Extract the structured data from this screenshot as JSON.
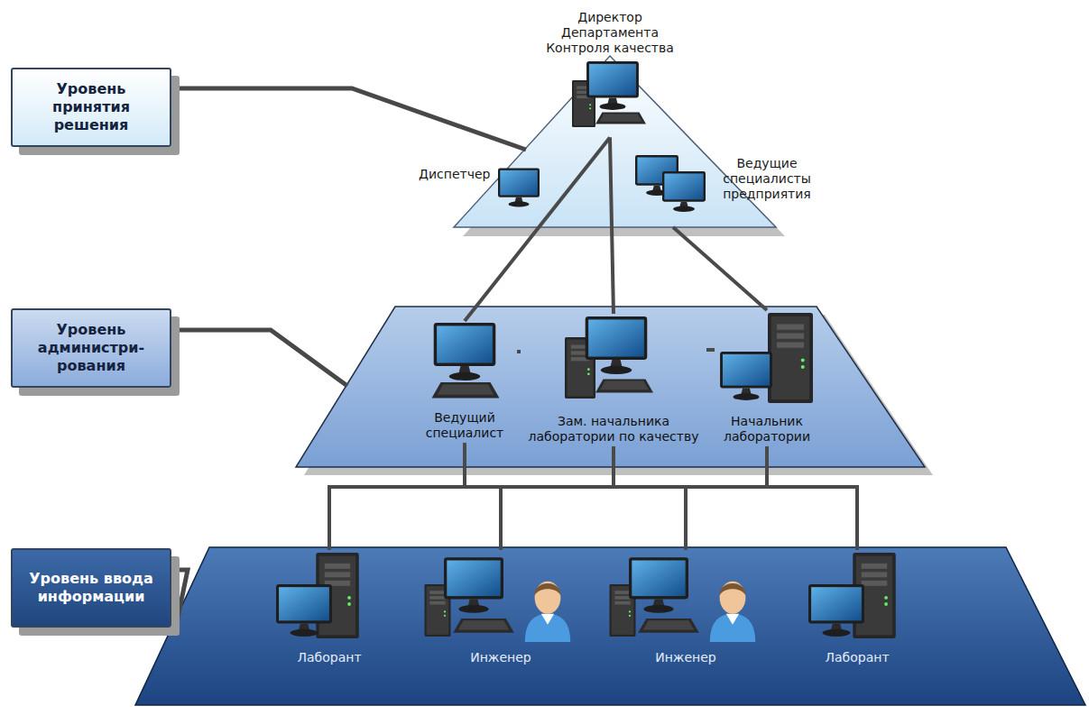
{
  "diagram": {
    "nodes": [
      {
        "text": [
          "Уровень принятия решения"
        ]
      },
      {
        "text": [
          "Уровень администри- рования"
        ]
      },
      {
        "text": [
          "Уровень ввода информации"
        ]
      },
      {
        "text": [
          "Директор Департамента Контроля качества"
        ]
      },
      {
        "text": [
          "Диспетчер"
        ]
      },
      {
        "text": [
          "Ведущие специалисты предприятия"
        ]
      },
      {
        "text": [
          "Ведущий специалист"
        ]
      },
      {
        "text": [
          "Зам. начальника лаборатории по качеству"
        ]
      },
      {
        "text": [
          "Начальник лаборатории"
        ]
      },
      {
        "text": [
          "Лаборант"
        ]
      },
      {
        "text": [
          "Инженер"
        ]
      },
      {
        "text": [
          "Инженер"
        ]
      },
      {
        "text": [
          "Лаборант"
        ]
      }
    ],
    "edges": [
      {
        "from": 3,
        "to": 6,
        "arrow": "none"
      },
      {
        "from": 3,
        "to": 7,
        "arrow": "none"
      },
      {
        "from": 5,
        "to": 8,
        "arrow": "none"
      },
      {
        "from": 6,
        "to": 7,
        "arrow": "none"
      },
      {
        "from": 7,
        "to": 8,
        "arrow": "none"
      },
      {
        "from": 6,
        "to": 9,
        "arrow": "none"
      },
      {
        "from": 6,
        "to": 10,
        "arrow": "none"
      },
      {
        "from": 6,
        "to": 11,
        "arrow": "none"
      },
      {
        "from": 6,
        "to": 12,
        "arrow": "none"
      },
      {
        "from": 7,
        "to": 9,
        "arrow": "none"
      },
      {
        "from": 7,
        "to": 10,
        "arrow": "none"
      },
      {
        "from": 7,
        "to": 11,
        "arrow": "none"
      },
      {
        "from": 7,
        "to": 12,
        "arrow": "none"
      },
      {
        "from": 8,
        "to": 9,
        "arrow": "none"
      },
      {
        "from": 8,
        "to": 10,
        "arrow": "none"
      },
      {
        "from": 8,
        "to": 11,
        "arrow": "none"
      },
      {
        "from": 8,
        "to": 12,
        "arrow": "none"
      }
    ]
  }
}
